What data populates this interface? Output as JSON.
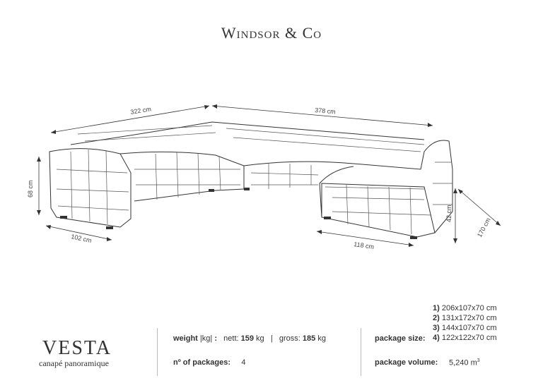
{
  "brand": {
    "text": "Windsor & Co"
  },
  "dimensions": {
    "top_left": "322 cm",
    "top_right": "378 cm",
    "height": "68 cm",
    "depth_left": "102 cm",
    "chaise_width": "118 cm",
    "seat_height": "42 cm",
    "chaise_length": "170 cm"
  },
  "product": {
    "name": "VESTA",
    "type": "canapé panoramique"
  },
  "weight": {
    "label": "weight",
    "unit": "|kg|",
    "colon": ":",
    "nett_label": "nett:",
    "nett_value": "159",
    "nett_unit": "kg",
    "separator": "|",
    "gross_label": "gross:",
    "gross_value": "185",
    "gross_unit": "kg"
  },
  "packages": {
    "label": "nº of packages:",
    "value": "4"
  },
  "package_size": {
    "label": "package size:",
    "items": [
      {
        "num": "1)",
        "size": "206x107x70 cm"
      },
      {
        "num": "2)",
        "size": "131x172x70 cm"
      },
      {
        "num": "3)",
        "size": "144x107x70 cm"
      },
      {
        "num": "4)",
        "size": "122x122x70 cm"
      }
    ]
  },
  "package_volume": {
    "label": "package volume:",
    "value": "5,240 m",
    "sup": "3"
  }
}
